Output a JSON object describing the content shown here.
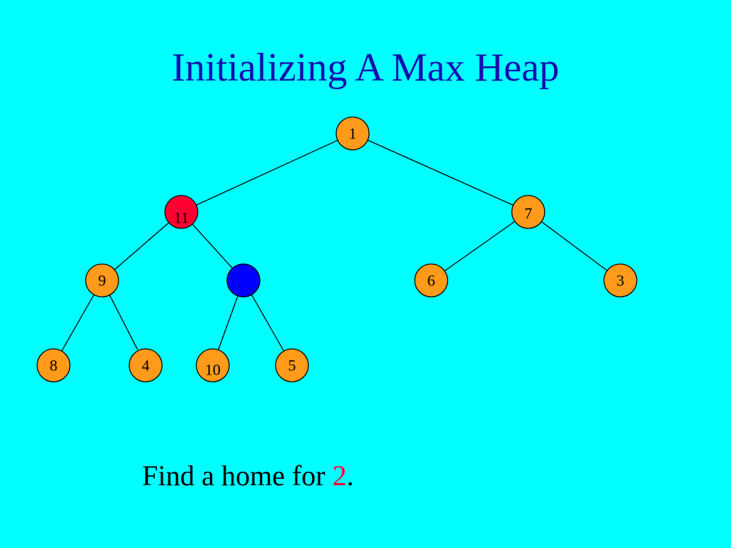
{
  "slide": {
    "title": "Initializing A Max Heap",
    "caption_prefix": "Find a home for ",
    "caption_value": "2",
    "caption_suffix": "."
  },
  "colors": {
    "background": "#00ffff",
    "title": "#1111b0",
    "node_default": "#ff9a1a",
    "node_active": "#ff0033",
    "node_vacant": "#0000ff",
    "edge": "#000000",
    "highlight_text": "#ff0033"
  },
  "heap": {
    "nodes": [
      {
        "id": "n0",
        "label": "1",
        "state": "default"
      },
      {
        "id": "n1",
        "label": "11",
        "state": "active"
      },
      {
        "id": "n2",
        "label": "7",
        "state": "default"
      },
      {
        "id": "n3",
        "label": "9",
        "state": "default"
      },
      {
        "id": "n4",
        "label": "",
        "state": "vacant"
      },
      {
        "id": "n5",
        "label": "6",
        "state": "default"
      },
      {
        "id": "n6",
        "label": "3",
        "state": "default"
      },
      {
        "id": "n7",
        "label": "8",
        "state": "default"
      },
      {
        "id": "n8",
        "label": "4",
        "state": "default"
      },
      {
        "id": "n9",
        "label": "10",
        "state": "default"
      },
      {
        "id": "n10",
        "label": "5",
        "state": "default"
      }
    ],
    "edges": [
      [
        "n0",
        "n1"
      ],
      [
        "n0",
        "n2"
      ],
      [
        "n1",
        "n3"
      ],
      [
        "n1",
        "n4"
      ],
      [
        "n2",
        "n5"
      ],
      [
        "n2",
        "n6"
      ],
      [
        "n3",
        "n7"
      ],
      [
        "n3",
        "n8"
      ],
      [
        "n4",
        "n9"
      ],
      [
        "n4",
        "n10"
      ]
    ]
  }
}
